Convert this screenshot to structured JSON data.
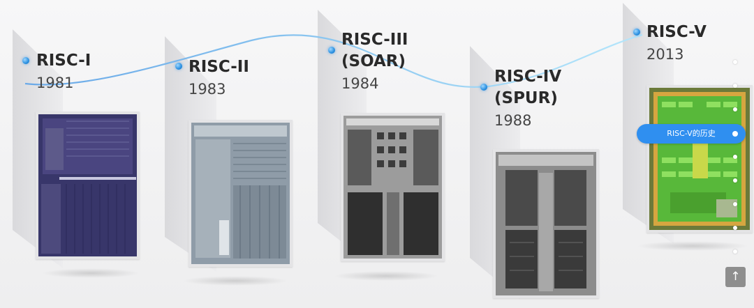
{
  "milestones": [
    {
      "title": "RISC-I",
      "year": "1981"
    },
    {
      "title": "RISC-II",
      "year": "1983"
    },
    {
      "title": "RISC-III (SOAR)",
      "title_line1": "RISC-III",
      "title_line2": "(SOAR)",
      "year": "1984"
    },
    {
      "title": "RISC-IV (SPUR)",
      "title_line1": "RISC-IV",
      "title_line2": "(SPUR)",
      "year": "1988"
    },
    {
      "title": "RISC-V",
      "year": "2013"
    }
  ],
  "nav": {
    "active_label": "RISC-V的历史",
    "back_to_top_icon": "arrow-up-icon"
  },
  "colors": {
    "accent": "#2f8ff0",
    "timeline_line": "#7fc6f2",
    "dot": "#2a8fe0"
  }
}
